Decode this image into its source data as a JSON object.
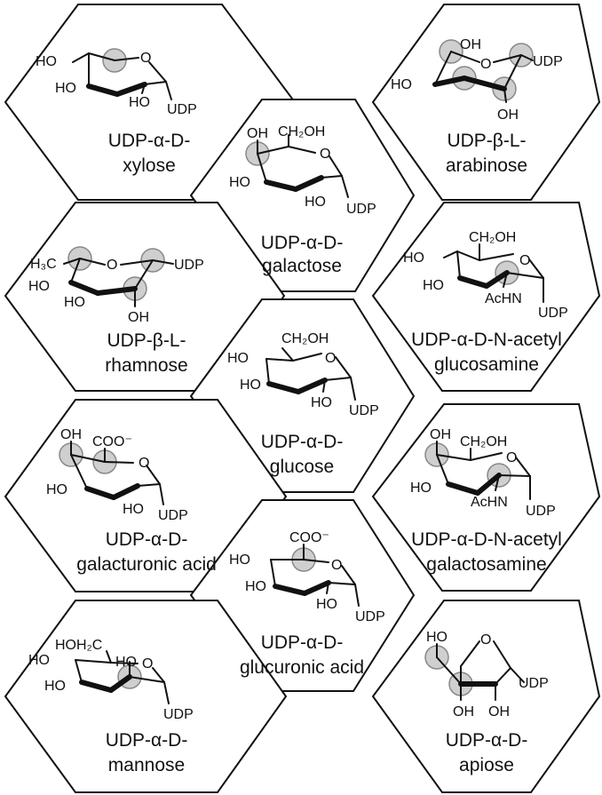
{
  "colors": {
    "outline": "#111111",
    "marker": "#cfcfcf"
  },
  "tiles": [
    {
      "name1": "UDP-α-D-",
      "name2": "xylose",
      "labels": [
        "HO",
        "O",
        "HO",
        "HO",
        "UDP"
      ]
    },
    {
      "name1": "UDP-β-L-",
      "name2": "arabinose",
      "labels": [
        "OH",
        "O",
        "UDP",
        "HO",
        "OH"
      ]
    },
    {
      "name1": "UDP-α-D-",
      "name2": "galactose",
      "labels": [
        "OH",
        "CH₂OH",
        "O",
        "HO",
        "HO",
        "UDP"
      ]
    },
    {
      "name1": "UDP-β-L-",
      "name2": "rhamnose",
      "labels": [
        "H₃C",
        "O",
        "UDP",
        "HO",
        "HO",
        "OH"
      ]
    },
    {
      "name1": "UDP-α-D-N-acetyl",
      "name2": "glucosamine",
      "labels": [
        "CH₂OH",
        "HO",
        "O",
        "HO",
        "AcHN",
        "UDP"
      ]
    },
    {
      "name1": "UDP-α-D-",
      "name2": "glucose",
      "labels": [
        "CH₂OH",
        "HO",
        "O",
        "HO",
        "HO",
        "UDP"
      ]
    },
    {
      "name1": "UDP-α-D-",
      "name2": "galacturonic acid",
      "labels": [
        "OH",
        "COO⁻",
        "O",
        "HO",
        "HO",
        "UDP"
      ]
    },
    {
      "name1": "UDP-α-D-N-acetyl",
      "name2": "galactosamine",
      "labels": [
        "OH",
        "CH₂OH",
        "O",
        "HO",
        "AcHN",
        "UDP"
      ]
    },
    {
      "name1": "UDP-α-D-",
      "name2": "glucuronic acid",
      "labels": [
        "COO⁻",
        "HO",
        "O",
        "HO",
        "HO",
        "UDP"
      ]
    },
    {
      "name1": "UDP-α-D-",
      "name2": "mannose",
      "labels": [
        "HOH₂C",
        "HO",
        "HO",
        "O",
        "HO",
        "UDP"
      ]
    },
    {
      "name1": "UDP-α-D-",
      "name2": "apiose",
      "labels": [
        "HO",
        "O",
        "OH",
        "OH",
        "UDP"
      ]
    }
  ]
}
